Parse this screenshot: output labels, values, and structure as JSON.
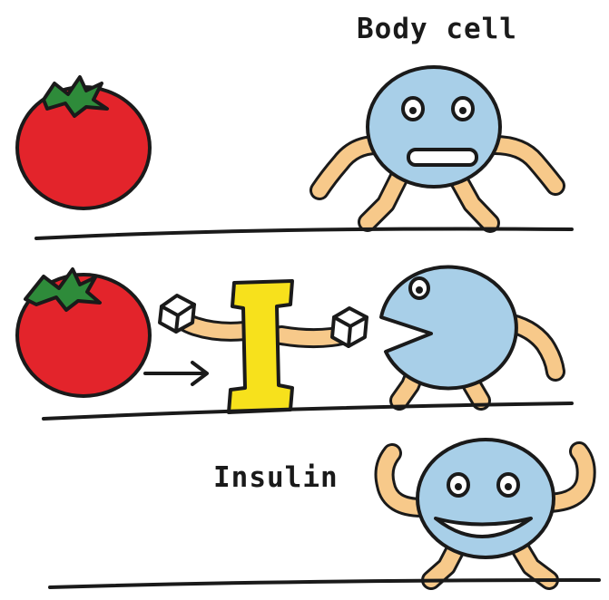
{
  "labels": {
    "body_cell": "Body cell",
    "insulin": "Insulin"
  },
  "colors": {
    "tomato": "#e3242b",
    "leaf": "#2e8b3a",
    "cell": "#a8cfe8",
    "limb": "#f7c98a",
    "insulin": "#f7e11c",
    "sugar_cube": "#ffffff",
    "ink": "#1a1a1a"
  },
  "panels": [
    {
      "name": "before",
      "elements": [
        "tomato-icon",
        "body-cell-neutral"
      ]
    },
    {
      "name": "digestion",
      "elements": [
        "tomato-icon",
        "arrow-icon",
        "insulin-character",
        "sugar-cube-icon",
        "body-cell-eating"
      ]
    },
    {
      "name": "after",
      "elements": [
        "body-cell-strong"
      ]
    }
  ]
}
